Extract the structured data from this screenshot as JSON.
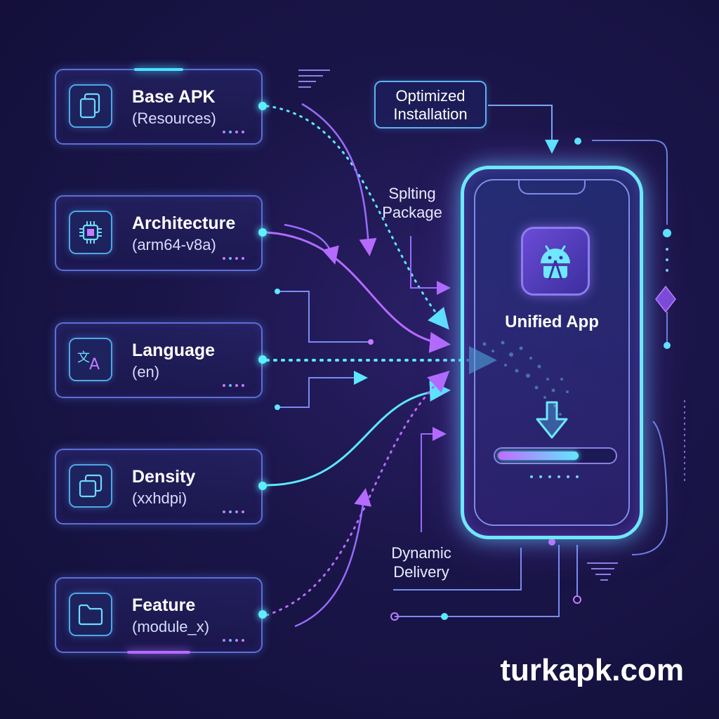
{
  "colors": {
    "cyan": "#49e3ff",
    "purple": "#b56bff",
    "background": "#1a1548"
  },
  "sources": [
    {
      "title": "Base APK",
      "subtitle": "(Resources)",
      "icon": "files-icon"
    },
    {
      "title": "Architecture",
      "subtitle": "(arm64-v8a)",
      "icon": "cpu-chip-icon"
    },
    {
      "title": "Language",
      "subtitle": "(en)",
      "icon": "translate-icon"
    },
    {
      "title": "Density",
      "subtitle": "(xxhdpi)",
      "icon": "layers-icon"
    },
    {
      "title": "Feature",
      "subtitle": "(module_x)",
      "icon": "folder-icon"
    }
  ],
  "labels": {
    "optimized": [
      "Optimized",
      "Installation"
    ],
    "splitting": [
      "Splting",
      "Package"
    ],
    "dynamic": [
      "Dynamic",
      "Delivery"
    ]
  },
  "phone": {
    "app_icon": "android-icon",
    "app_title": "Unified App",
    "download_icon": "download-arrow-icon",
    "progress": 0.7
  },
  "brand": "turkapk.com"
}
